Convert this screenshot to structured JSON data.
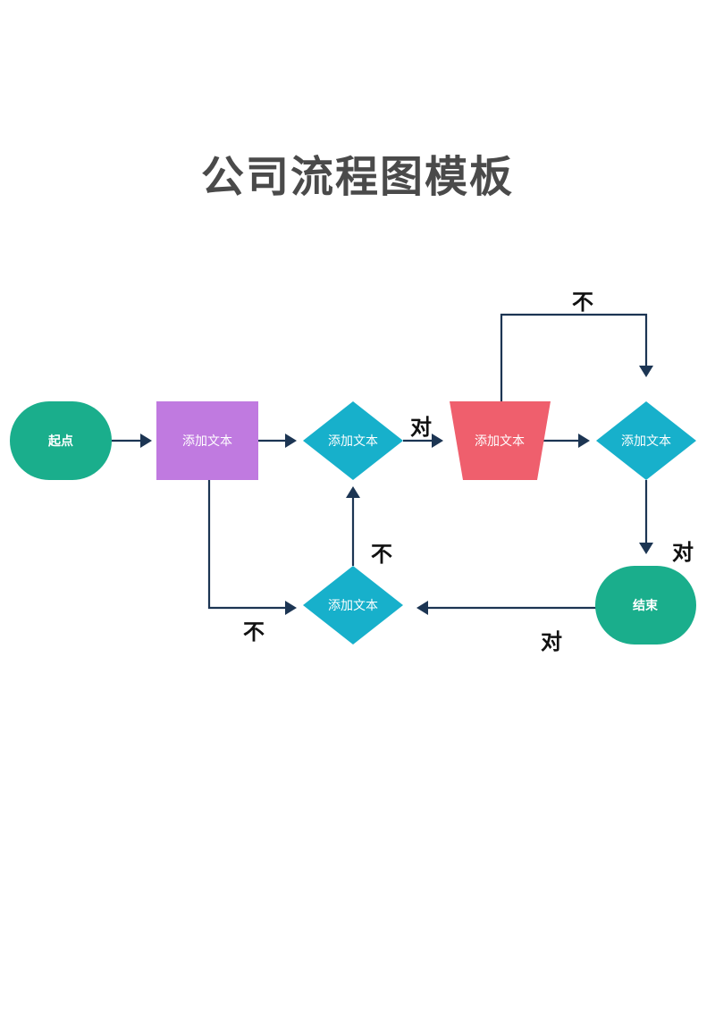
{
  "title": "公司流程图模板",
  "colors": {
    "terminal": "#1aae8c",
    "process": "#c07ae0",
    "decision": "#17b0cb",
    "trapezoid": "#ef5f6d",
    "edge": "#1c3553"
  },
  "nodes": {
    "start": "起点",
    "process": "添加文本",
    "decision_top": "添加文本",
    "trapezoid": "添加文本",
    "decision_right": "添加文本",
    "decision_bottom": "添加文本",
    "end": "结束"
  },
  "edge_labels": {
    "decision_top_to_trapezoid": "对",
    "trapezoid_loop": "不",
    "decision_bottom_to_decision_top": "不",
    "process_to_decision_bottom": "不",
    "decision_right_to_end": "对",
    "end_to_decision_bottom": "对"
  }
}
